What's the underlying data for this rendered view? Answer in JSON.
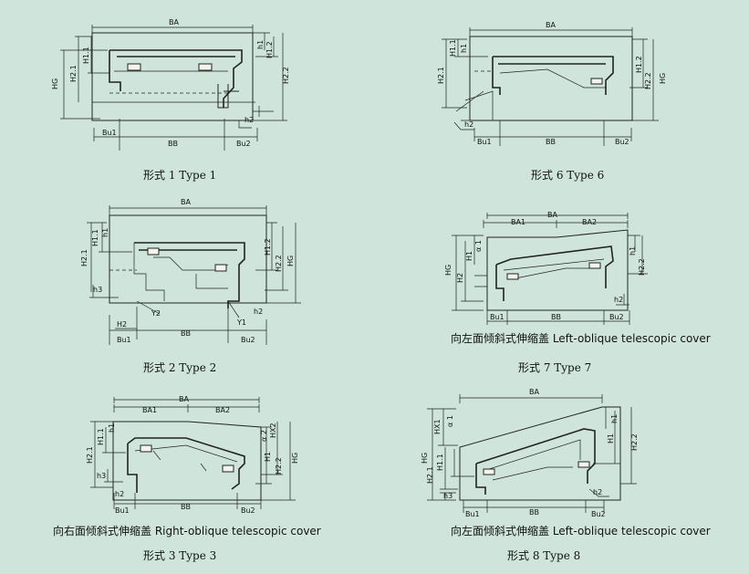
{
  "captions": {
    "t1": "形式 1 Type 1",
    "t6": "形式 6 Type 6",
    "t2": "形式 2 Type 2",
    "t7": "形式 7 Type 7",
    "t3": "形式 3 Type 3",
    "t8": "形式 8 Type 8"
  },
  "subtitles": {
    "left7": "向左面倾斜式伸缩盖 Left-oblique telescopic cover",
    "right3": "向右面倾斜式伸缩盖 Right-oblique telescopic cover",
    "left8": "向左面倾斜式伸缩盖 Left-oblique telescopic cover"
  },
  "labels": {
    "BA": "BA",
    "BB": "BB",
    "Bu1": "Bu1",
    "Bu2": "Bu2",
    "HG": "HG",
    "H1_1": "H1.1",
    "H1_2": "H1.2",
    "H2_1": "H2.1",
    "H2_2": "H2.2",
    "h1": "h1",
    "h2": "h2",
    "h3": "h3",
    "H1": "H1",
    "H2": "H2",
    "BA1": "BA1",
    "BA2": "BA2",
    "Y1": "Y1",
    "Y2": "Y2",
    "a1": "α 1",
    "a2": "α 2",
    "HX1": "HX1",
    "HX2": "HX2"
  },
  "colors": {
    "background": "#cfe5dc",
    "ink": "#222222"
  }
}
